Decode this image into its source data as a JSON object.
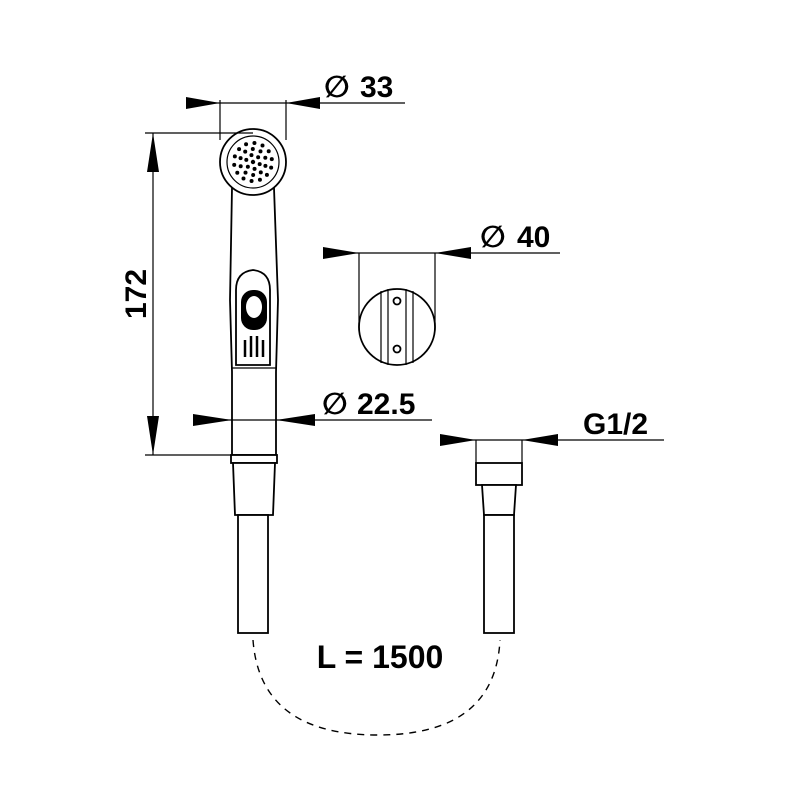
{
  "dimensions": {
    "spray_head_diameter": "33",
    "handle_length": "172",
    "handle_diameter": "22.5",
    "holder_diameter": "40",
    "thread_size": "G1/2",
    "hose_length": "L = 1500"
  },
  "symbols": {
    "diameter_symbol": "∅"
  },
  "colors": {
    "line": "#000000",
    "background": "#ffffff"
  }
}
